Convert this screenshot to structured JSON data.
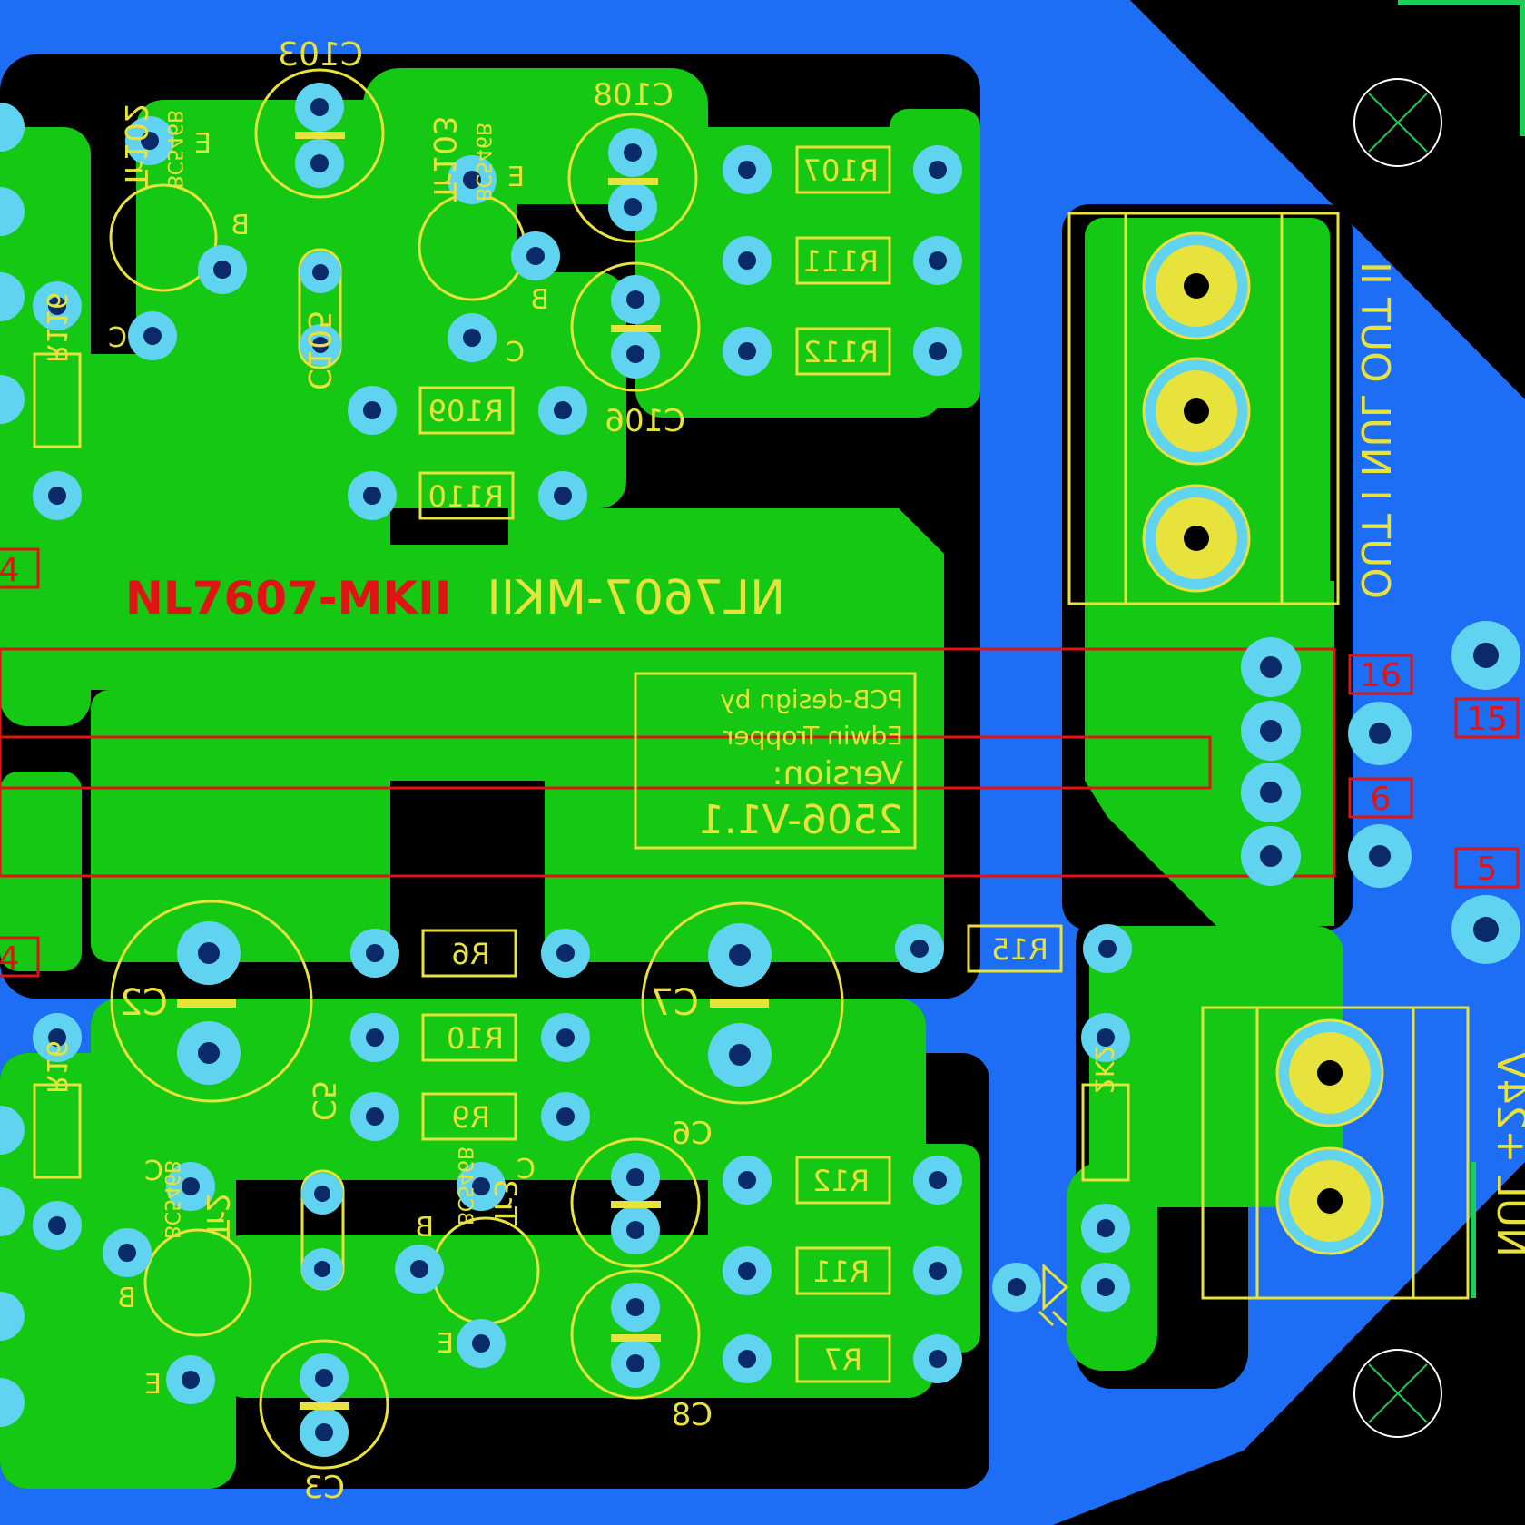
{
  "colors": {
    "background": "#000000",
    "copper_pour": "#1e6ef5",
    "trace": "#14c814",
    "pad": "#5fd3ef",
    "silkscreen": "#e8e23c",
    "keepout": "#e01414",
    "mount_mark": "#1ecc5a"
  },
  "board_titles": {
    "name_red": "NL7607-MKII",
    "name_yellow": "NL7607-MKII"
  },
  "credit_box": {
    "line1": "PCB-design by",
    "line2": "Edwin Tropper",
    "line3": "Version:",
    "line4": "2506-V1.1"
  },
  "connectors": {
    "output_label": "OUT I   NUL   OUT II",
    "power_label": "NUL     +24V"
  },
  "pin_numbers": [
    "16",
    "15",
    "6",
    "5",
    "4",
    "4"
  ],
  "components": {
    "capacitors": [
      "C103",
      "C108",
      "C105",
      "C106",
      "C2",
      "C7",
      "C5",
      "C6",
      "C3",
      "C8"
    ],
    "resistors": [
      "R107",
      "R111",
      "R112",
      "R109",
      "R110",
      "R116",
      "R6",
      "R10",
      "R9",
      "R15",
      "R12",
      "R11",
      "R7",
      "R16",
      "2K2"
    ],
    "transistors": [
      {
        "ref": "Tr102",
        "part": "BC546B"
      },
      {
        "ref": "Tr103",
        "part": "BC546B"
      },
      {
        "ref": "Tr2",
        "part": "BC546B"
      },
      {
        "ref": "Tr3",
        "part": "BC546B"
      }
    ],
    "pin_letters": [
      "E",
      "B",
      "C"
    ]
  }
}
